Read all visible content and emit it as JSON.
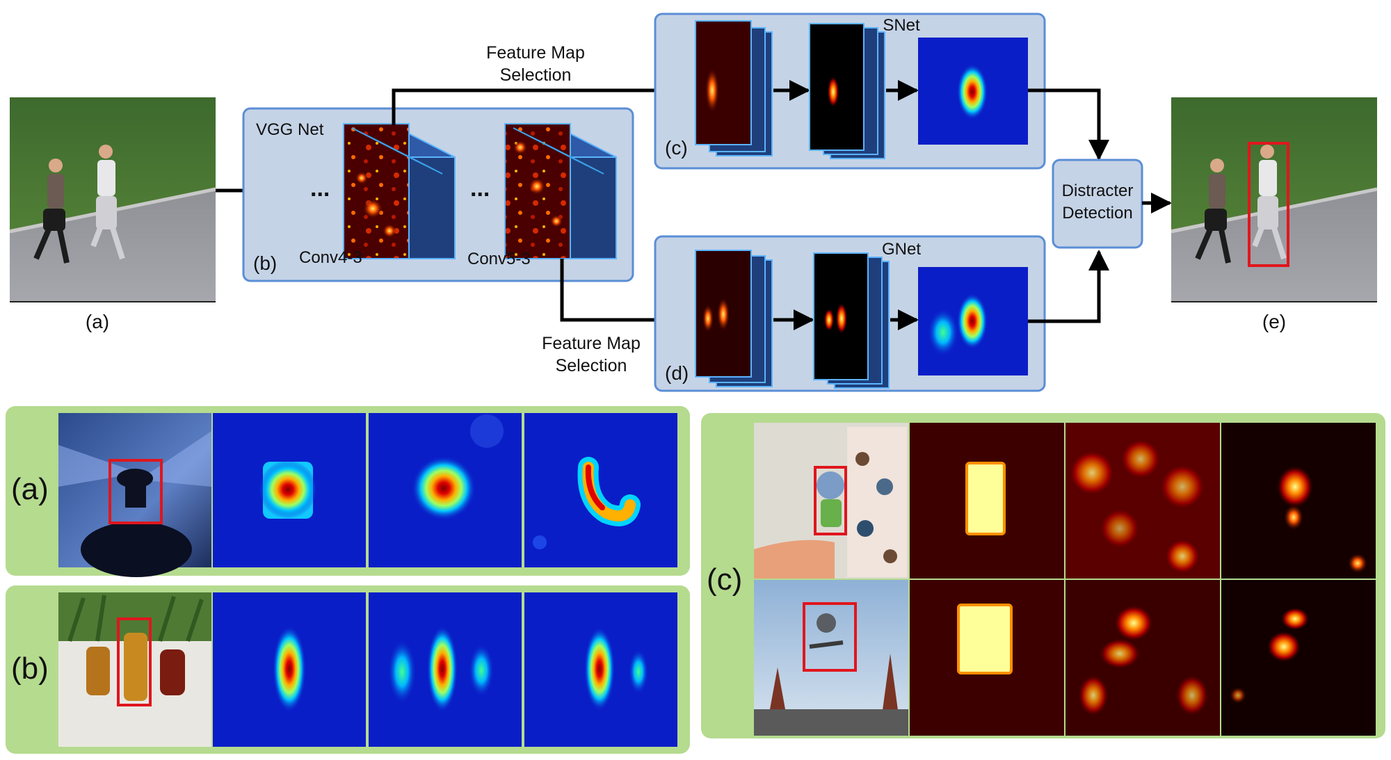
{
  "pipeline": {
    "input_label": "(a)",
    "output_label": "(e)",
    "vgg": {
      "title": "VGG Net",
      "label": "(b)",
      "conv4": "Conv4-3",
      "conv5": "Conv5-3",
      "ellipsis": "..."
    },
    "snet": {
      "title": "SNet",
      "label": "(c)"
    },
    "gnet": {
      "title": "GNet",
      "label": "(d)"
    },
    "selection_top": [
      "Feature Map",
      "Selection"
    ],
    "selection_bottom": [
      "Feature Map",
      "Selection"
    ],
    "distracter": [
      "Distracter",
      "Detection"
    ]
  },
  "examples": {
    "panel_a_label": "(a)",
    "panel_b_label": "(b)",
    "panel_c_label": "(c)"
  },
  "colors": {
    "panel_blue_fill": "#c5d3e6",
    "panel_blue_border": "#5b8ed6",
    "panel_green": "#b5db8f",
    "target_box": "#e0161d",
    "heat_blue": "#0a1ec8"
  }
}
